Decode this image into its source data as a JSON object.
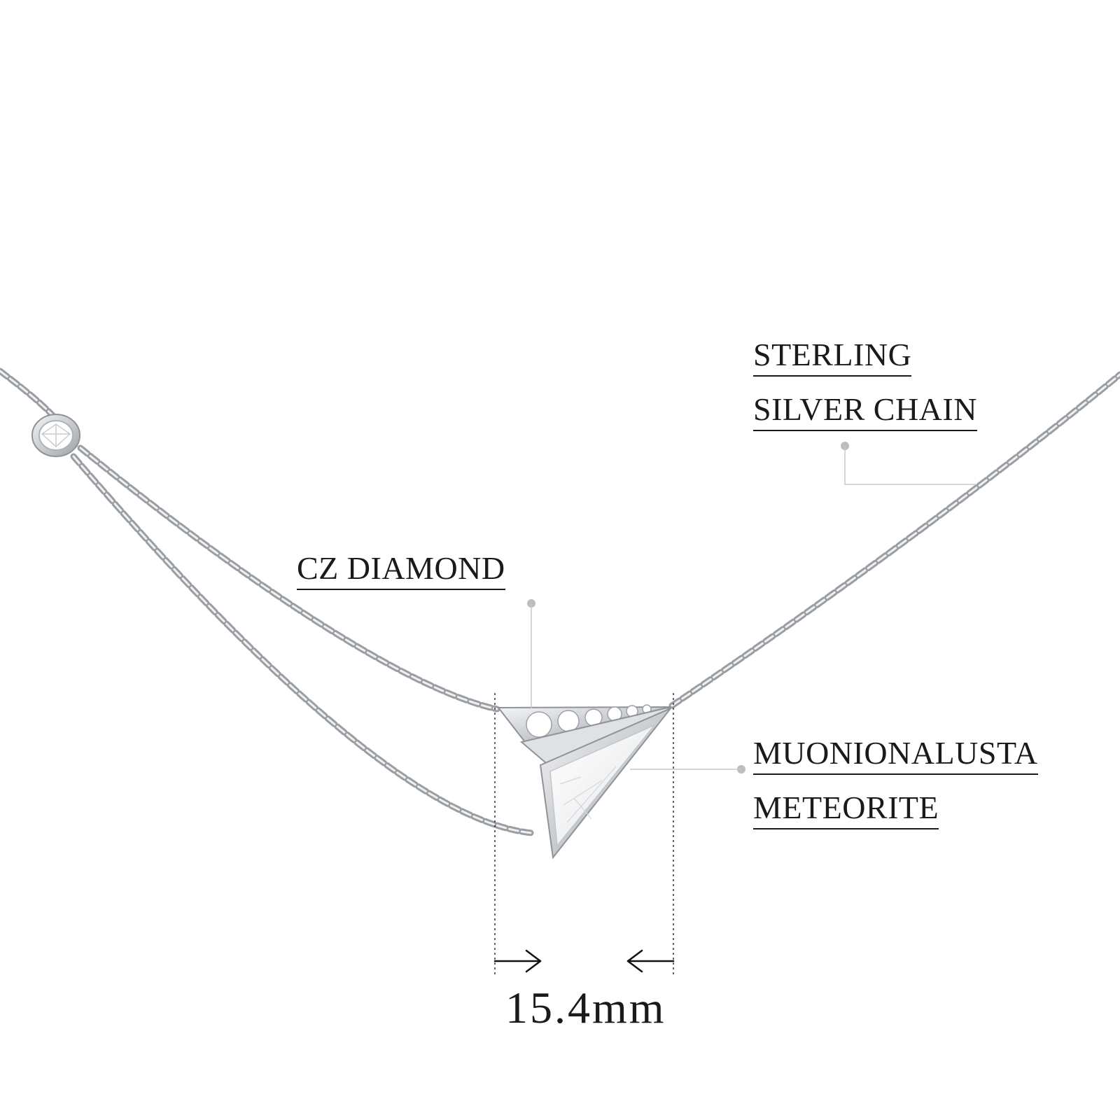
{
  "labels": {
    "sterling_line1": "STERLING ",
    "sterling_line2": "SILVER CHAIN",
    "cz": "CZ DIAMOND",
    "muon_line1": "MUONIONALUSTA",
    "muon_line2": "METEORITE"
  },
  "measurement": "15.4mm",
  "colors": {
    "background": "#ffffff",
    "text": "#1a1a1a",
    "silver": "#b9bcc0",
    "leader_line": "#c8c8c8"
  },
  "icons": [
    "paper-plane-pendant",
    "bezel-gem",
    "dimension-arrow"
  ]
}
